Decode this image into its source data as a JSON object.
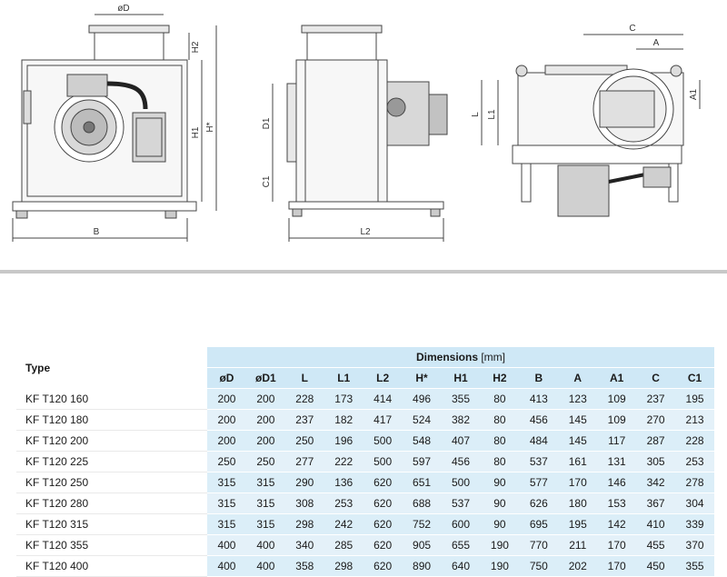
{
  "drawing_labels": {
    "front": {
      "diameter": "øD",
      "h2": "H2",
      "h1": "H1",
      "h_star": "H*",
      "b": "B"
    },
    "side": {
      "d1": "D1",
      "c1": "C1",
      "l2": "L2"
    },
    "top": {
      "c": "C",
      "a": "A",
      "l": "L",
      "l1": "L1",
      "a1": "A1"
    }
  },
  "table": {
    "type_header": "Type",
    "dimensions_header": "Dimensions",
    "dimensions_unit": "[mm]",
    "columns": [
      "øD",
      "øD1",
      "L",
      "L1",
      "L2",
      "H*",
      "H1",
      "H2",
      "B",
      "A",
      "A1",
      "C",
      "C1"
    ],
    "rows": [
      {
        "type": "KF T120 160",
        "values": [
          "200",
          "200",
          "228",
          "173",
          "414",
          "496",
          "355",
          "80",
          "413",
          "123",
          "109",
          "237",
          "195"
        ]
      },
      {
        "type": "KF T120 180",
        "values": [
          "200",
          "200",
          "237",
          "182",
          "417",
          "524",
          "382",
          "80",
          "456",
          "145",
          "109",
          "270",
          "213"
        ]
      },
      {
        "type": "KF T120 200",
        "values": [
          "200",
          "200",
          "250",
          "196",
          "500",
          "548",
          "407",
          "80",
          "484",
          "145",
          "117",
          "287",
          "228"
        ]
      },
      {
        "type": "KF T120 225",
        "values": [
          "250",
          "250",
          "277",
          "222",
          "500",
          "597",
          "456",
          "80",
          "537",
          "161",
          "131",
          "305",
          "253"
        ]
      },
      {
        "type": "KF T120 250",
        "values": [
          "315",
          "315",
          "290",
          "136",
          "620",
          "651",
          "500",
          "90",
          "577",
          "170",
          "146",
          "342",
          "278"
        ]
      },
      {
        "type": "KF T120 280",
        "values": [
          "315",
          "315",
          "308",
          "253",
          "620",
          "688",
          "537",
          "90",
          "626",
          "180",
          "153",
          "367",
          "304"
        ]
      },
      {
        "type": "KF T120 315",
        "values": [
          "315",
          "315",
          "298",
          "242",
          "620",
          "752",
          "600",
          "90",
          "695",
          "195",
          "142",
          "410",
          "339"
        ]
      },
      {
        "type": "KF T120 355",
        "values": [
          "400",
          "400",
          "340",
          "285",
          "620",
          "905",
          "655",
          "190",
          "770",
          "211",
          "170",
          "455",
          "370"
        ]
      },
      {
        "type": "KF T120 400",
        "values": [
          "400",
          "400",
          "358",
          "298",
          "620",
          "890",
          "640",
          "190",
          "750",
          "202",
          "170",
          "450",
          "355"
        ]
      }
    ]
  }
}
